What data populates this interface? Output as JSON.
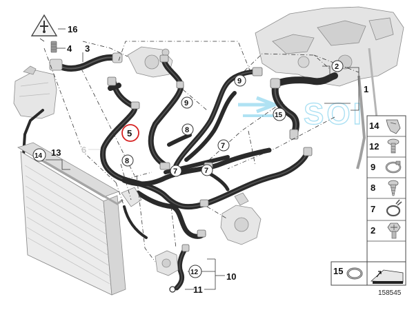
{
  "diagram": {
    "colors": {
      "hose": "#2a2a2a",
      "hose_highlight": "#5a5a5a",
      "part_gray": "#c9c9c9",
      "selection_ring": "#d62020",
      "watermark": "#8fd6ef"
    },
    "callouts": [
      {
        "id": "c16",
        "label": "16"
      },
      {
        "id": "c4",
        "label": "4"
      },
      {
        "id": "c3",
        "label": "3"
      },
      {
        "id": "c2",
        "label": "2"
      },
      {
        "id": "c1",
        "label": "1"
      },
      {
        "id": "c9",
        "label": "9",
        "circled": true
      },
      {
        "id": "c9b",
        "label": "9",
        "circled": true
      },
      {
        "id": "c15",
        "label": "15",
        "circled": true
      },
      {
        "id": "c14",
        "label": "14",
        "circled": true
      },
      {
        "id": "c13",
        "label": "13"
      },
      {
        "id": "c6",
        "label": "6"
      },
      {
        "id": "c5",
        "label": "5",
        "selected": true
      },
      {
        "id": "c8",
        "label": "8",
        "circled": true
      },
      {
        "id": "c8b",
        "label": "8",
        "circled": true
      },
      {
        "id": "c7",
        "label": "7",
        "circled": true
      },
      {
        "id": "c7b",
        "label": "7",
        "circled": true
      },
      {
        "id": "c7c",
        "label": "7",
        "circled": true
      },
      {
        "id": "c12",
        "label": "12",
        "circled": true
      },
      {
        "id": "c10",
        "label": "10"
      },
      {
        "id": "c11",
        "label": "11"
      }
    ],
    "legend": [
      {
        "label": "14",
        "icon": "hose-clip-icon"
      },
      {
        "label": "12",
        "icon": "screw-icon"
      },
      {
        "label": "9",
        "icon": "hose-clamp-icon"
      },
      {
        "label": "8",
        "icon": "self-tapping-screw-icon"
      },
      {
        "label": "7",
        "icon": "spring-clamp-icon"
      },
      {
        "label": "2",
        "icon": "hex-screw-icon"
      },
      {
        "label": "15",
        "icon": "band-clamp-icon"
      }
    ],
    "diagram_number": "158545",
    "watermark_text": "SOI"
  }
}
